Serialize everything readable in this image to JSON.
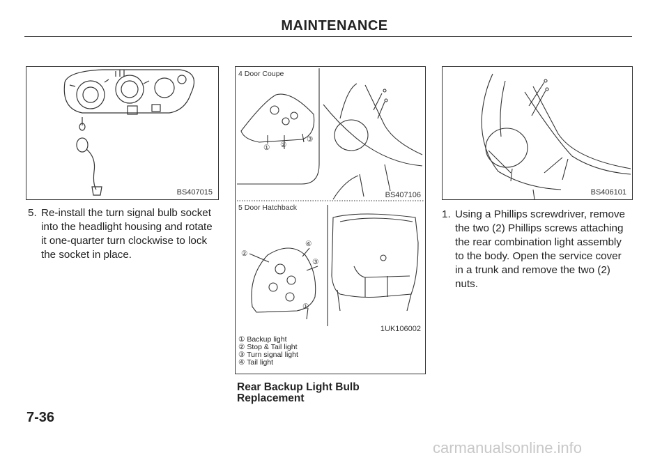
{
  "header": {
    "title": "MAINTENANCE"
  },
  "left": {
    "figure_code": "BS407015",
    "step_number": "5.",
    "step_lines": [
      "Re-install the turn signal bulb socket",
      "into the headlight housing and rotate",
      "it one-quarter turn clockwise to lock",
      "the socket in place."
    ]
  },
  "center": {
    "top_label": "4 Door Coupe",
    "top_code": "BS407106",
    "bottom_label": "5 Door Hatchback",
    "bottom_code": "1UK106002",
    "callouts": [
      "①",
      "②",
      "③",
      "④"
    ],
    "legend": [
      "① Backup light",
      "② Stop & Tail light",
      "③ Turn signal light",
      "④ Tail light"
    ],
    "section_title_lines": [
      "Rear Backup Light Bulb",
      "Replacement"
    ]
  },
  "right": {
    "figure_code": "BS406101",
    "step_number": "1.",
    "step_lines": [
      "Using a Phillips screwdriver, remove",
      "the two (2) Phillips screws attaching",
      "the rear combination light assembly",
      "to the body. Open the service cover",
      "in a trunk and remove the two (2)",
      "nuts."
    ]
  },
  "page_number": "7-36",
  "footer": {
    "watermark": "carmanualsonline.info"
  }
}
